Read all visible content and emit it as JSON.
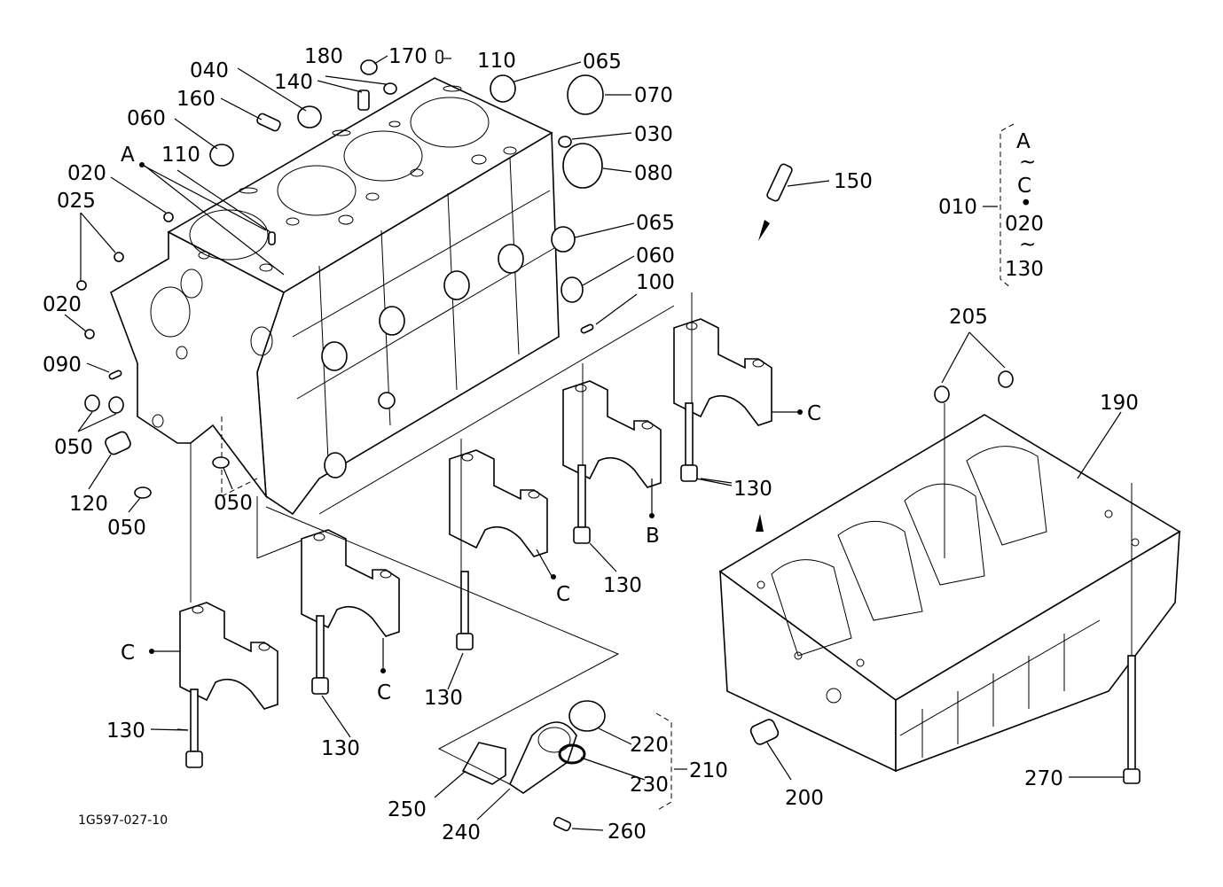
{
  "diagram": {
    "type": "exploded-parts-diagram",
    "subject": "engine cylinder block and crankcase",
    "figure_id": "1G597-027-10",
    "callouts": [
      {
        "id": "c040",
        "label": "040"
      },
      {
        "id": "c180",
        "label": "180"
      },
      {
        "id": "c170",
        "label": "170"
      },
      {
        "id": "c110a",
        "label": "110"
      },
      {
        "id": "c065a",
        "label": "065"
      },
      {
        "id": "c140",
        "label": "140"
      },
      {
        "id": "c160",
        "label": "160"
      },
      {
        "id": "c070",
        "label": "070"
      },
      {
        "id": "c060a",
        "label": "060"
      },
      {
        "id": "c030",
        "label": "030"
      },
      {
        "id": "cA",
        "label": "A"
      },
      {
        "id": "c110b",
        "label": "110"
      },
      {
        "id": "c080",
        "label": "080"
      },
      {
        "id": "c020a",
        "label": "020"
      },
      {
        "id": "c150",
        "label": "150"
      },
      {
        "id": "c025",
        "label": "025"
      },
      {
        "id": "c065b",
        "label": "065"
      },
      {
        "id": "c060b",
        "label": "060"
      },
      {
        "id": "c020b",
        "label": "020"
      },
      {
        "id": "c100",
        "label": "100"
      },
      {
        "id": "c205",
        "label": "205"
      },
      {
        "id": "c090",
        "label": "090"
      },
      {
        "id": "c050a",
        "label": "050"
      },
      {
        "id": "c190",
        "label": "190"
      },
      {
        "id": "c120",
        "label": "120"
      },
      {
        "id": "c050b",
        "label": "050"
      },
      {
        "id": "c050c",
        "label": "050"
      },
      {
        "id": "cC1",
        "label": "C"
      },
      {
        "id": "c130a",
        "label": "130"
      },
      {
        "id": "cB",
        "label": "B"
      },
      {
        "id": "c130b",
        "label": "130"
      },
      {
        "id": "cC2",
        "label": "C"
      },
      {
        "id": "cC3",
        "label": "C"
      },
      {
        "id": "cC4",
        "label": "C"
      },
      {
        "id": "c130c",
        "label": "130"
      },
      {
        "id": "c130d",
        "label": "130"
      },
      {
        "id": "c130e",
        "label": "130"
      },
      {
        "id": "c220",
        "label": "220"
      },
      {
        "id": "c210",
        "label": "210"
      },
      {
        "id": "c230",
        "label": "230"
      },
      {
        "id": "c200",
        "label": "200"
      },
      {
        "id": "c270",
        "label": "270"
      },
      {
        "id": "c250",
        "label": "250"
      },
      {
        "id": "c240",
        "label": "240"
      },
      {
        "id": "c260",
        "label": "260"
      }
    ],
    "assembly_note": {
      "label": "010",
      "lines": [
        "A",
        "~",
        "C",
        "•",
        "020",
        "~",
        "130"
      ]
    }
  }
}
